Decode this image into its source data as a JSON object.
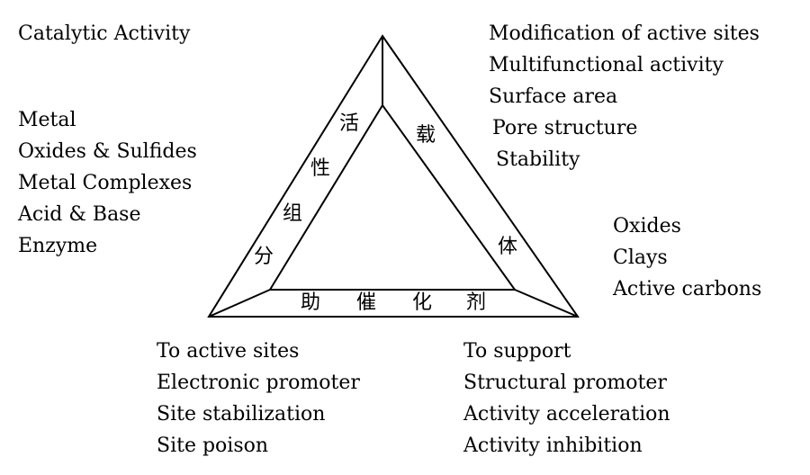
{
  "diagram": {
    "catalytic_activity_label": "Catalytic Activity",
    "active_components": [
      "Metal",
      "Oxides & Sulfides",
      "Metal Complexes",
      "Acid & Base",
      "Enzyme"
    ],
    "support_functions": [
      "Modification of active sites",
      "Multifunctional activity",
      "Surface area",
      "Pore structure",
      "Stability"
    ],
    "support_materials": [
      "Oxides",
      "Clays",
      "Active carbons"
    ],
    "promoter_to_active_sites": [
      "To active sites",
      "Electronic promoter",
      "Site stabilization",
      "Site poison"
    ],
    "promoter_to_support": [
      "To support",
      "Structural promoter",
      "Activity acceleration",
      "Activity inhibition"
    ],
    "triangle_labels": {
      "active_component": [
        "活",
        "性",
        "组",
        "分"
      ],
      "support": [
        "载",
        "体"
      ],
      "promoter": [
        "助",
        "催",
        "化",
        "剂"
      ]
    },
    "colors": {
      "line": "#000000",
      "background": "#ffffff"
    }
  }
}
